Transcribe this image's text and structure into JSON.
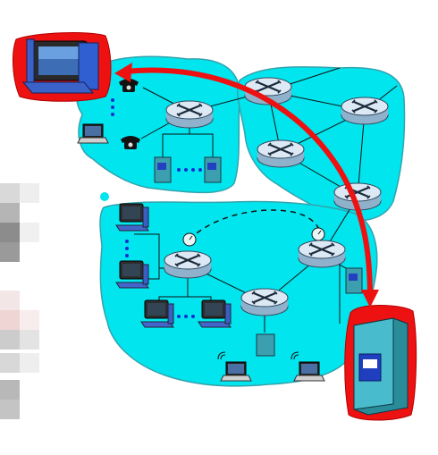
{
  "diagram": {
    "description_free": true,
    "colors": {
      "cloud": "#00e5ee",
      "cloud_stroke": "#2a9aa6",
      "highlight": "#ee1111",
      "router_body": "#cfe2f0",
      "server_front": "#46b8c8",
      "server_screen": "#1f3fbf",
      "link": "#111111",
      "dashed_link": "#111111"
    },
    "regions": [
      {
        "id": "left-network"
      },
      {
        "id": "backbone-network"
      },
      {
        "id": "bottom-network"
      }
    ],
    "routers": [
      {
        "id": "r-left"
      },
      {
        "id": "r-bb-top"
      },
      {
        "id": "r-bb-right"
      },
      {
        "id": "r-bb-mid"
      },
      {
        "id": "r-bb-low"
      },
      {
        "id": "r-bottom-left"
      },
      {
        "id": "r-bottom-mid"
      },
      {
        "id": "r-bottom-right"
      }
    ],
    "hosts": [
      {
        "id": "highlighted-desktop",
        "icon": "desktop-computer-icon",
        "highlighted": true
      },
      {
        "id": "highlighted-server",
        "icon": "server-tower-icon",
        "highlighted": true
      }
    ],
    "arrow": {
      "from": "highlighted-desktop",
      "to": "highlighted-server",
      "bidirectional": true
    }
  }
}
